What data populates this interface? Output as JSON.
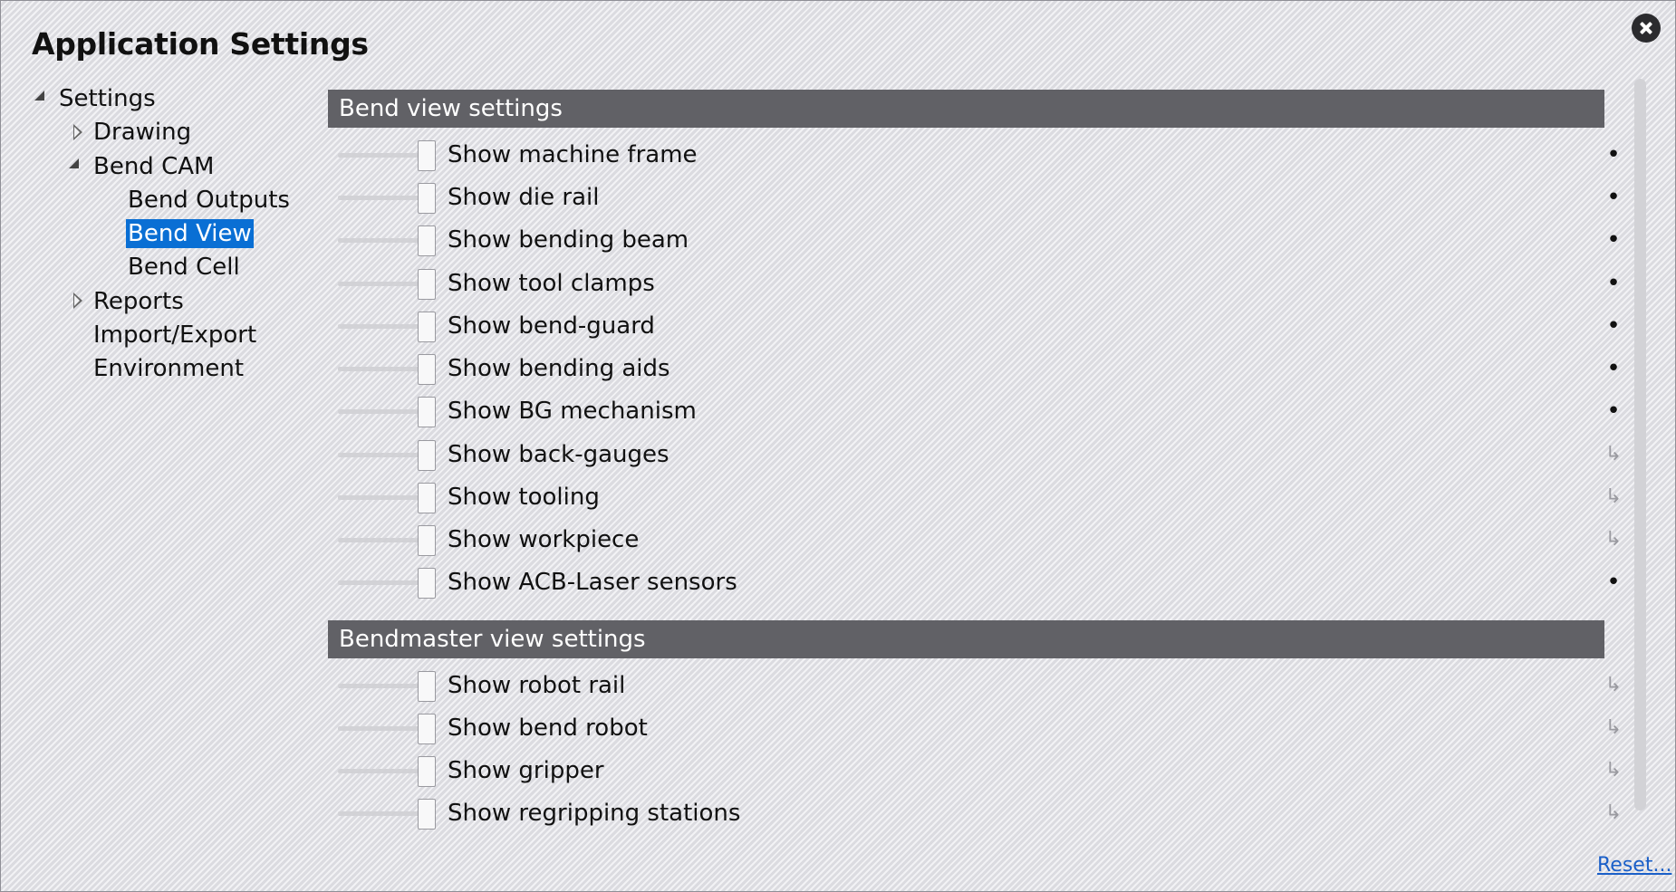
{
  "window": {
    "title": "Application Settings",
    "reset_label": "Reset..."
  },
  "tree": {
    "root": {
      "label": "Settings",
      "state": "expanded"
    },
    "drawing": {
      "label": "Drawing",
      "state": "collapsed"
    },
    "bend_cam": {
      "label": "Bend CAM",
      "state": "expanded"
    },
    "bend_outputs": {
      "label": "Bend Outputs"
    },
    "bend_view": {
      "label": "Bend View",
      "selected": true
    },
    "bend_cell": {
      "label": "Bend Cell"
    },
    "reports": {
      "label": "Reports",
      "state": "collapsed"
    },
    "import_export": {
      "label": "Import/Export"
    },
    "environment": {
      "label": "Environment"
    }
  },
  "sections": {
    "bend_view": {
      "title": "Bend view settings",
      "rows": [
        {
          "label": "Show machine frame",
          "marker": "•"
        },
        {
          "label": "Show die rail",
          "marker": "•"
        },
        {
          "label": "Show bending beam",
          "marker": "•"
        },
        {
          "label": "Show tool clamps",
          "marker": "•"
        },
        {
          "label": "Show bend-guard",
          "marker": "•"
        },
        {
          "label": "Show bending aids",
          "marker": "•"
        },
        {
          "label": "Show BG mechanism",
          "marker": "•"
        },
        {
          "label": "Show back-gauges",
          "marker": "↳"
        },
        {
          "label": "Show tooling",
          "marker": "↳"
        },
        {
          "label": "Show workpiece",
          "marker": "↳"
        },
        {
          "label": "Show ACB-Laser sensors",
          "marker": "•"
        }
      ]
    },
    "bendmaster_view": {
      "title": "Bendmaster view settings",
      "rows": [
        {
          "label": "Show robot rail",
          "marker": "↳"
        },
        {
          "label": "Show bend robot",
          "marker": "↳"
        },
        {
          "label": "Show gripper",
          "marker": "↳"
        },
        {
          "label": "Show regripping stations",
          "marker": "↳"
        }
      ]
    }
  },
  "colors": {
    "section_header_bg": "#616166",
    "selection_bg": "#0a6fd4",
    "link": "#1a5fc8"
  }
}
